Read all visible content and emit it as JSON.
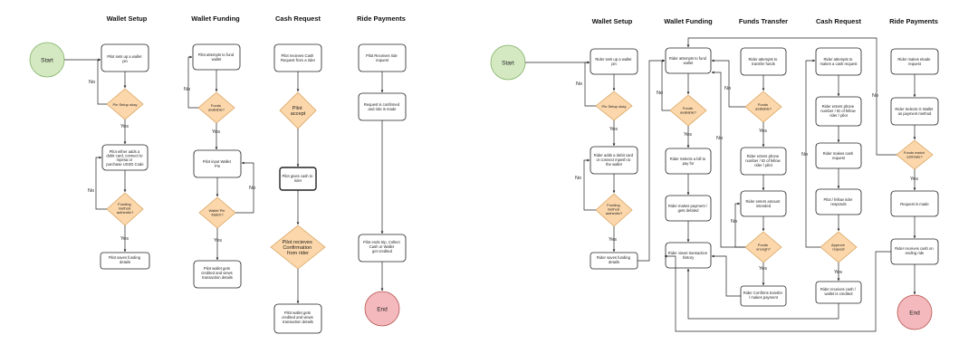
{
  "left": {
    "headers": [
      "Wallet Setup",
      "Wallet Funding",
      "Cash Request",
      "Ride Payments"
    ],
    "start": "Start",
    "end": "End",
    "nodes": {
      "ws1": [
        "Pilot sets up a wallet",
        "pin"
      ],
      "ws_d1": [
        "Pin Setup okay"
      ],
      "ws2": [
        "Pilot either adds a",
        "debit card, connect to",
        "mpesa or",
        "purchase USSD Code"
      ],
      "ws_d2": [
        "Funding",
        "method",
        "authentic?"
      ],
      "ws3": [
        "Pilot saves funding",
        "details"
      ],
      "wf1": [
        "Pilot attempts to fund",
        "wallet"
      ],
      "wf_d1": [
        "Funds",
        "available?"
      ],
      "wf2": [
        "Pilot input Wallet",
        "Pin"
      ],
      "wf_d2": [
        "Wallet Pin",
        "Match?"
      ],
      "wf3": [
        "Pilot wallet gets",
        "credited and views",
        "transaction details"
      ],
      "cr1": [
        "Pilot recieves Cash",
        "Request from a rider"
      ],
      "cr_d1": [
        "Pilot",
        "accept"
      ],
      "cr2": [
        "Pilot gives cash to",
        "rider"
      ],
      "cr_d2": [
        "Pilot recieves",
        "Confirmation",
        "from rider"
      ],
      "cr3": [
        "Pilot wallet gets",
        "credited and views",
        "transaction details"
      ],
      "rp1": [
        "Pilot Receives ride",
        "request"
      ],
      "rp2": [
        "Request is confirmed",
        "and ride is made"
      ],
      "rp3": [
        "Pilot ends trip, Collect",
        "Cash or Wallet",
        "get credited"
      ]
    },
    "edges": {
      "yes": "Yes",
      "no": "No"
    }
  },
  "right": {
    "headers": [
      "Wallet Setup",
      "Wallet Funding",
      "Funds Transfer",
      "Cash Request",
      "Ride Payments"
    ],
    "start": "Start",
    "end": "End",
    "nodes": {
      "ws1": [
        "Rider sets up a wallet",
        "pin"
      ],
      "ws_d1": [
        "Pin Setup okay"
      ],
      "ws2": [
        "Rider adds a debit card",
        "or connect mpesh to",
        "the wallet"
      ],
      "ws_d2": [
        "Funding",
        "method",
        "authentic?"
      ],
      "ws3": [
        "Rider saves funding",
        "details"
      ],
      "wf1": [
        "Rider attempts to fund",
        "wallet"
      ],
      "wf_d1": [
        "Funds",
        "available?"
      ],
      "wf2": [
        "Rider Selects a bill to",
        "pay for"
      ],
      "wf3": [
        "Rider makes payment /",
        "gets debited"
      ],
      "wf4": [
        "Rider views transaction",
        "history"
      ],
      "ft1": [
        "Rider attempts to",
        "transfer funds"
      ],
      "ft_d1": [
        "Funds",
        "available?"
      ],
      "ft2": [
        "Rider enters phone",
        "number / ID of fellow",
        "rider / pilot"
      ],
      "ft3": [
        "Rider enters amount",
        "intended"
      ],
      "ft_d2": [
        "Funds",
        "enough?"
      ],
      "ft4": [
        "Rider Confirms transfer",
        "/ makes payment"
      ],
      "cq1": [
        "Rider attempts to",
        "makes a cash request"
      ],
      "cq2": [
        "Rider enters phone",
        "number / ID of fellow",
        "rider / pilot"
      ],
      "cq3": [
        "Rider makes cash",
        "request"
      ],
      "cq4": [
        "Pilot / fellow rider",
        "responds"
      ],
      "cq_d1": [
        "Approve",
        "request"
      ],
      "cq5": [
        "Rider receives cash /",
        "wallet is credited"
      ],
      "rr1": [
        "Rider makes ekade",
        "request"
      ],
      "rr2": [
        "Rider Selects G Wallet",
        "as payment method"
      ],
      "rr_d1": [
        "Funds match",
        "estimate?"
      ],
      "rr3": [
        "Request is made"
      ],
      "rr4": [
        "Rider receives cash on",
        "ending ride"
      ]
    },
    "edges": {
      "yes": "Yes",
      "no": "No"
    }
  },
  "colors": {
    "start": "#d4e8c2",
    "end": "#f4b9bd",
    "decision": "#fbd7ab",
    "stroke": "#222222"
  }
}
